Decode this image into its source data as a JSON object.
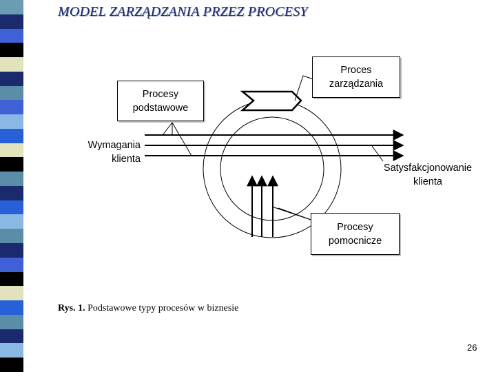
{
  "title": "MODEL ZARZĄDZANIA PRZEZ PROCESY",
  "boxes": {
    "procesy_podstawowe": "Procesy podstawowe",
    "proces_zarzadzania": "Proces zarządzania",
    "procesy_pomocnicze": "Procesy pomocnicze"
  },
  "labels": {
    "wymagania_klienta": "Wymagania klienta",
    "satysfakcjonowanie_klienta": "Satysfakcjonowanie klienta"
  },
  "caption": {
    "prefix": "Rys. 1.",
    "text": " Podstawowe typy procesów w biznesie"
  },
  "page_number": "26",
  "colors": {
    "title": "#1a2a6c",
    "stripe": [
      "#6a9cb4",
      "#1a2a6c",
      "#4060d8",
      "#000000",
      "#e2e2bc",
      "#1a2a6c",
      "#5a8ea8",
      "#4060d8",
      "#8ab8e4",
      "#2860d8",
      "#e2e2bc",
      "#000000",
      "#5a8ea8",
      "#1a2a6c",
      "#2860d8",
      "#8ab8e4",
      "#5a8ea8",
      "#1a2a6c",
      "#4060d8",
      "#000000",
      "#e2e2bc",
      "#2860d8",
      "#5a8ea8",
      "#1a2a6c",
      "#8ab8e4",
      "#000000"
    ]
  }
}
